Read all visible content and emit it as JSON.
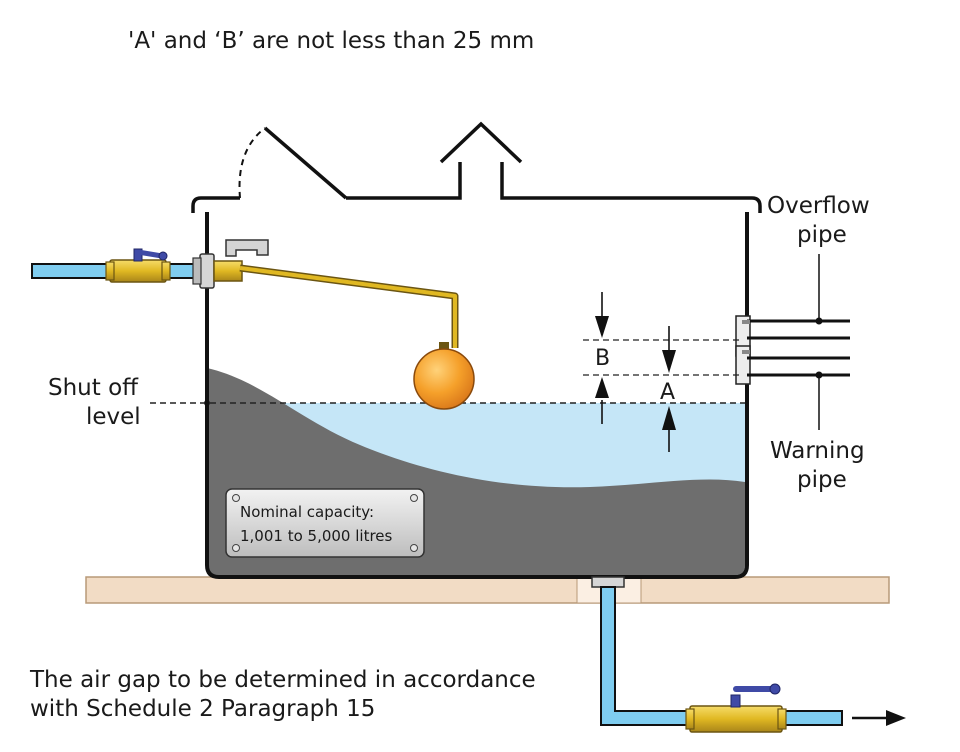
{
  "header_note": "'A' and ‘B’ are not less than 25 mm",
  "labels": {
    "overflow_line1": "Overflow",
    "overflow_line2": "pipe",
    "warning_line1": "Warning",
    "warning_line2": "pipe",
    "shutoff_line1": "Shut off",
    "shutoff_line2": "level",
    "dim_a": "A",
    "dim_b": "B"
  },
  "plate": {
    "line1": "Nominal capacity:",
    "line2": "1,001 to 5,000 litres"
  },
  "footer": {
    "line1": "The air gap to be determined in accordance",
    "line2": "with Schedule 2 Paragraph 15"
  },
  "colors": {
    "water": "#c5e6f7",
    "pipe_fill": "#7fcdf0",
    "sediment": "#6e6e6e",
    "brass": "#e0b822",
    "float_ball": "#f5a02a",
    "valve_handle": "#3f4aa6",
    "platform": "#f2dcc5"
  }
}
